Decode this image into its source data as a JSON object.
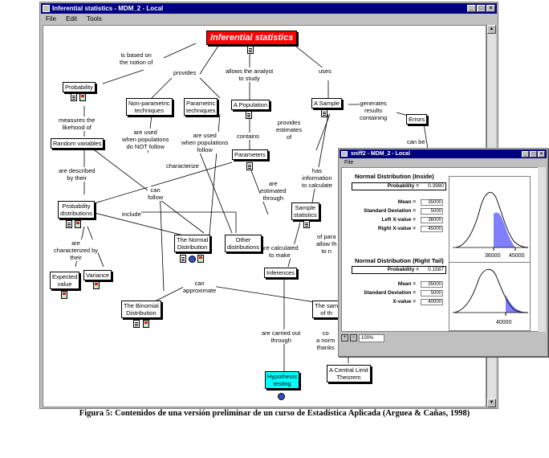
{
  "main_window": {
    "title": "Inferential statistics - MDM_2 - Local",
    "menu": [
      "File",
      "Edit",
      "Tools"
    ],
    "controls": [
      "_",
      "□",
      "×"
    ]
  },
  "concept_map": {
    "root": "Inferential statistics",
    "nodes": {
      "probability": "Probability",
      "nonparam": "Non-parametric\ntechniques",
      "parametric": "Parametric\ntechniques",
      "population": "A Population",
      "sample": "A Sample",
      "errors": "Errors",
      "random_vars": "Random variables",
      "parameters": "Parameters",
      "prob_dist": "Probability\ndistributions",
      "sample_stats": "Sample\nstatistics",
      "normal": "The Normal\nDistribution",
      "other_dist": "Other\ndistributions",
      "expected": "Expected\nvalue",
      "variance": "Variance",
      "binomial": "The Binomial\nDistribution",
      "inferences": "Inferences",
      "sampling": "The sam\nof th",
      "hypothesis": "Hypothesis\ntesting",
      "clt": "A Central Limit\nTheorem"
    },
    "labels": {
      "based_on": "is based on\nthe notion of",
      "provides": "provides",
      "allows": "allows the analyst\nto study",
      "uses": "uses",
      "generates": "generates\nresults\ncontaining",
      "measures": "measures the\nlikehood of",
      "used_np": "are used\nwhen populations\ndo NOT follow",
      "used_p": "are used\nwhen populations\nfollow",
      "contains": "contains",
      "provides_est": "provides\nestimates\nof",
      "can_be": "can be",
      "described": "are described\nby their",
      "characterize": "characterize",
      "has_info": "has\ninformation\nto calculate",
      "can_follow": "can\nfollow",
      "include": "include",
      "estimated": "are\nestimated\nthrough",
      "characterized": "are\ncharacterized by\ntheir",
      "calculated": "are calculated\nto make",
      "of_para": "of para\nallow th\nto n",
      "approximate": "can\napproximate",
      "carried_out": "are carried out\nthrough",
      "co": "co\na norm\nthanks"
    }
  },
  "dist_window": {
    "title": "sniff2 - MDM_2 - Local",
    "menu": [
      "File"
    ],
    "zoom": "100%",
    "section1": {
      "title": "Normal Distribution (Inside)",
      "prob_label": "Probability =",
      "prob_value": "0.3980",
      "rows": [
        {
          "label": "Mean =",
          "value": "35000"
        },
        {
          "label": "Standard Deviation =",
          "value": "5000"
        },
        {
          "label": "Left X-value =",
          "value": "36000"
        },
        {
          "label": "Right X-value =",
          "value": "45000"
        }
      ],
      "ticks": [
        "36000",
        "45000"
      ]
    },
    "section2": {
      "title": "Normal Distribution (Right Tail)",
      "prob_label": "Probability =",
      "prob_value": "0.1587",
      "rows": [
        {
          "label": "Mean =",
          "value": "35000"
        },
        {
          "label": "Standard Deviation =",
          "value": "5000"
        },
        {
          "label": "X-value =",
          "value": "40000"
        }
      ],
      "ticks": [
        "40000"
      ]
    },
    "shade_color": "#8080ff"
  },
  "caption": "Figura 5: Contenidos de una versión preliminar de un curso de Estadística Aplicada (Arguea & Cañas, 1998)"
}
